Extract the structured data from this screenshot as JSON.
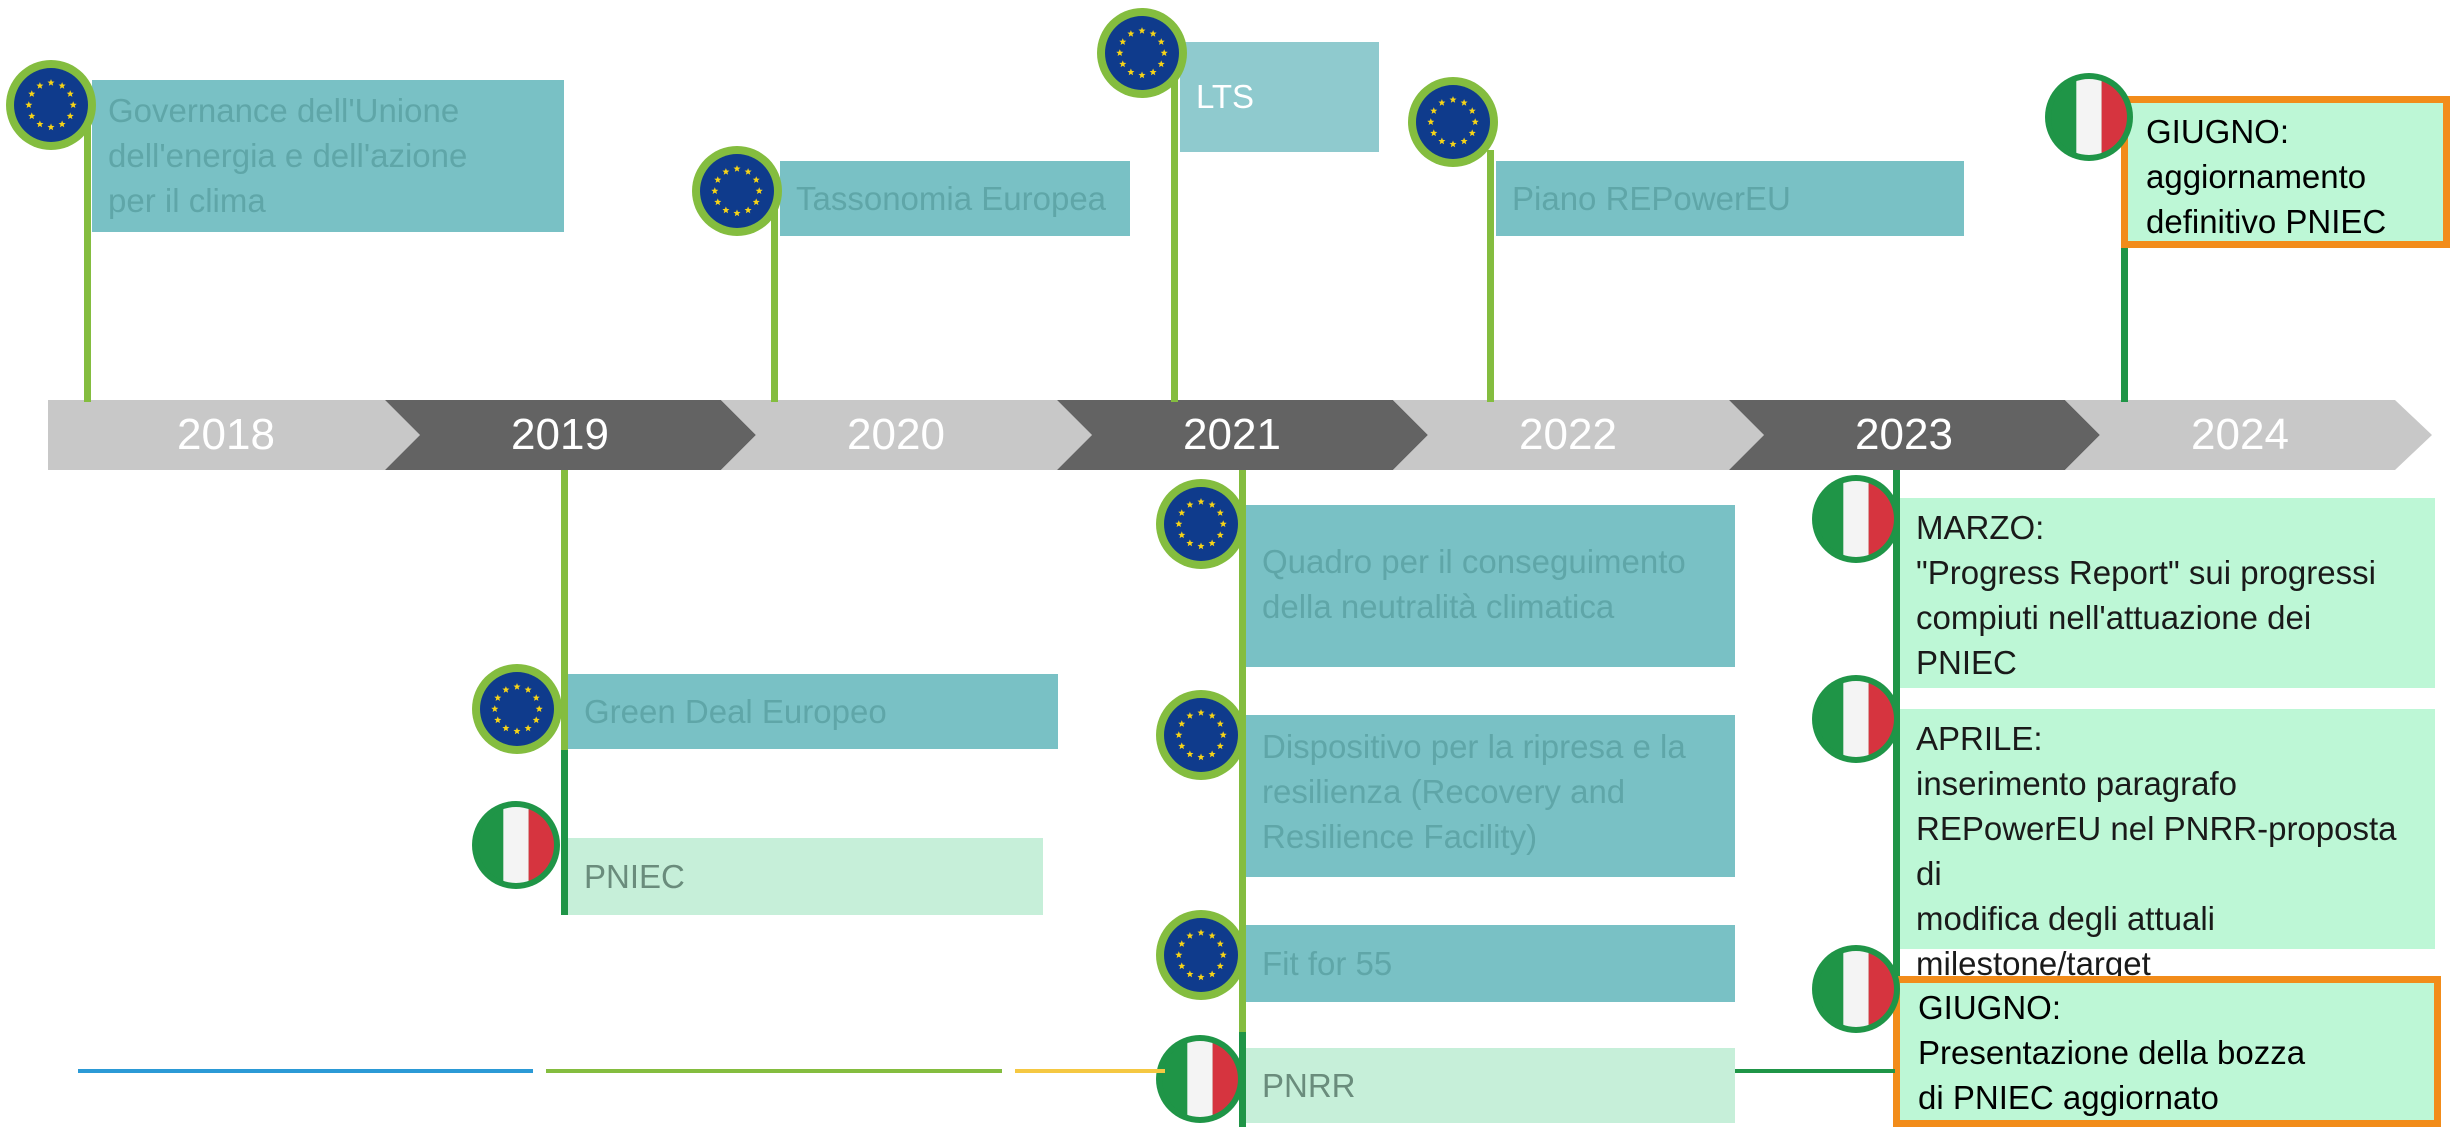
{
  "colors": {
    "light_arrow": "#c8c8c8",
    "dark_arrow": "#636363",
    "eu_pole": "#84bd3f",
    "it_pole": "#1f9547",
    "teal_box": "#79c1c5",
    "highlight_border": "#f28c1a"
  },
  "years": [
    "2018",
    "2019",
    "2020",
    "2021",
    "2022",
    "2023",
    "2024"
  ],
  "events_above": {
    "governance": [
      "Governance dell'Unione",
      "dell'energia e dell'azione",
      "per il clima"
    ],
    "tassonomia": "Tassonomia Europea",
    "lts": "LTS",
    "repowereu": "Piano REPowerEU",
    "giugno_2024": [
      "GIUGNO:",
      "aggiornamento",
      "definitivo PNIEC"
    ]
  },
  "events_below": {
    "green_deal": "Green Deal Europeo",
    "pniec": "PNIEC",
    "quadro": [
      "Quadro per il conseguimento",
      "della neutralità climatica"
    ],
    "dispositivo": [
      "Dispositivo per la ripresa e la",
      "resilienza (Recovery and",
      "Resilience Facility)"
    ],
    "fit55": "Fit for 55",
    "pnrr": "PNRR",
    "marzo": [
      "MARZO:",
      "\"Progress Report\" sui progressi",
      "compiuti nell'attuazione dei",
      "PNIEC"
    ],
    "aprile": [
      "APRILE:",
      "inserimento paragrafo",
      "REPowerEU nel PNRR-proposta di",
      "modifica degli attuali",
      "milestone/target"
    ],
    "giugno_2023": [
      "GIUGNO:",
      "Presentazione della bozza",
      "di PNIEC aggiornato"
    ]
  },
  "icons": {
    "eu": "eu-flag-icon",
    "it": "italy-flag-icon"
  }
}
